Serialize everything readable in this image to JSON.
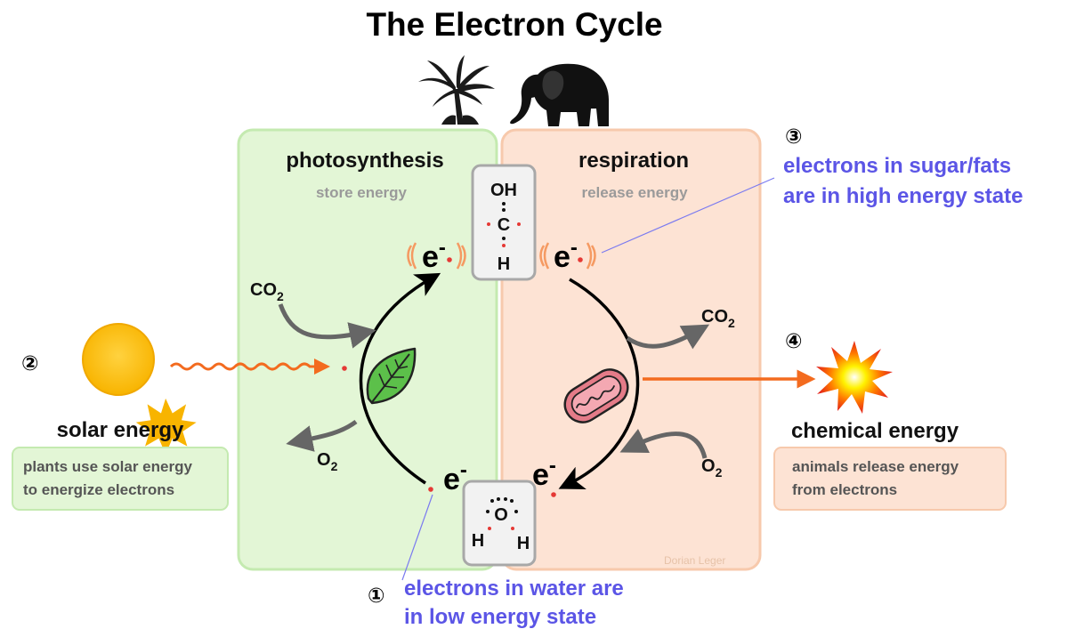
{
  "title": "The Electron Cycle",
  "photosynthesis": {
    "title": "photosynthesis",
    "subtitle": "store energy"
  },
  "respiration": {
    "title": "respiration",
    "subtitle": "release energy"
  },
  "sugar_molecule": {
    "top": "OH",
    "middle": "C",
    "bottom": "H"
  },
  "water_molecule": {
    "center": "O",
    "left": "H",
    "right": "H"
  },
  "electron": {
    "symbol": "e",
    "charge": "-"
  },
  "gases": {
    "co2_in": {
      "base": "CO",
      "sub": "2"
    },
    "o2_out": {
      "base": "O",
      "sub": "2"
    },
    "co2_out": {
      "base": "CO",
      "sub": "2"
    },
    "o2_in": {
      "base": "O",
      "sub": "2"
    }
  },
  "annotations": {
    "one": {
      "number": "①",
      "line1": "electrons in water are",
      "line2": "in low energy state"
    },
    "two": {
      "number": "②"
    },
    "three": {
      "number": "③",
      "line1": "electrons in sugar/fats",
      "line2": "are in high energy state"
    },
    "four": {
      "number": "④"
    }
  },
  "solar": {
    "label": "solar energy",
    "desc_line1": "plants use solar energy",
    "desc_line2": "to energize electrons"
  },
  "chemical": {
    "label": "chemical energy",
    "desc_line1": "animals release energy",
    "desc_line2": "from electrons"
  },
  "watermark": "Dorian Leger",
  "icons": [
    "palm-tree-icon",
    "elephant-icon",
    "leaf-icon",
    "mitochondria-icon",
    "sun-icon",
    "explosion-icon"
  ],
  "colors": {
    "photosynthesis_bg": "#e3f6d6",
    "photosynthesis_border": "#c4eab0",
    "respiration_bg": "#fde3d4",
    "respiration_border": "#f7c9ac",
    "annotation_text": "#5b55e6",
    "electron_dot": "#e53935",
    "solar_arrow": "#f36b1f",
    "gas_arrow": "#666666"
  }
}
